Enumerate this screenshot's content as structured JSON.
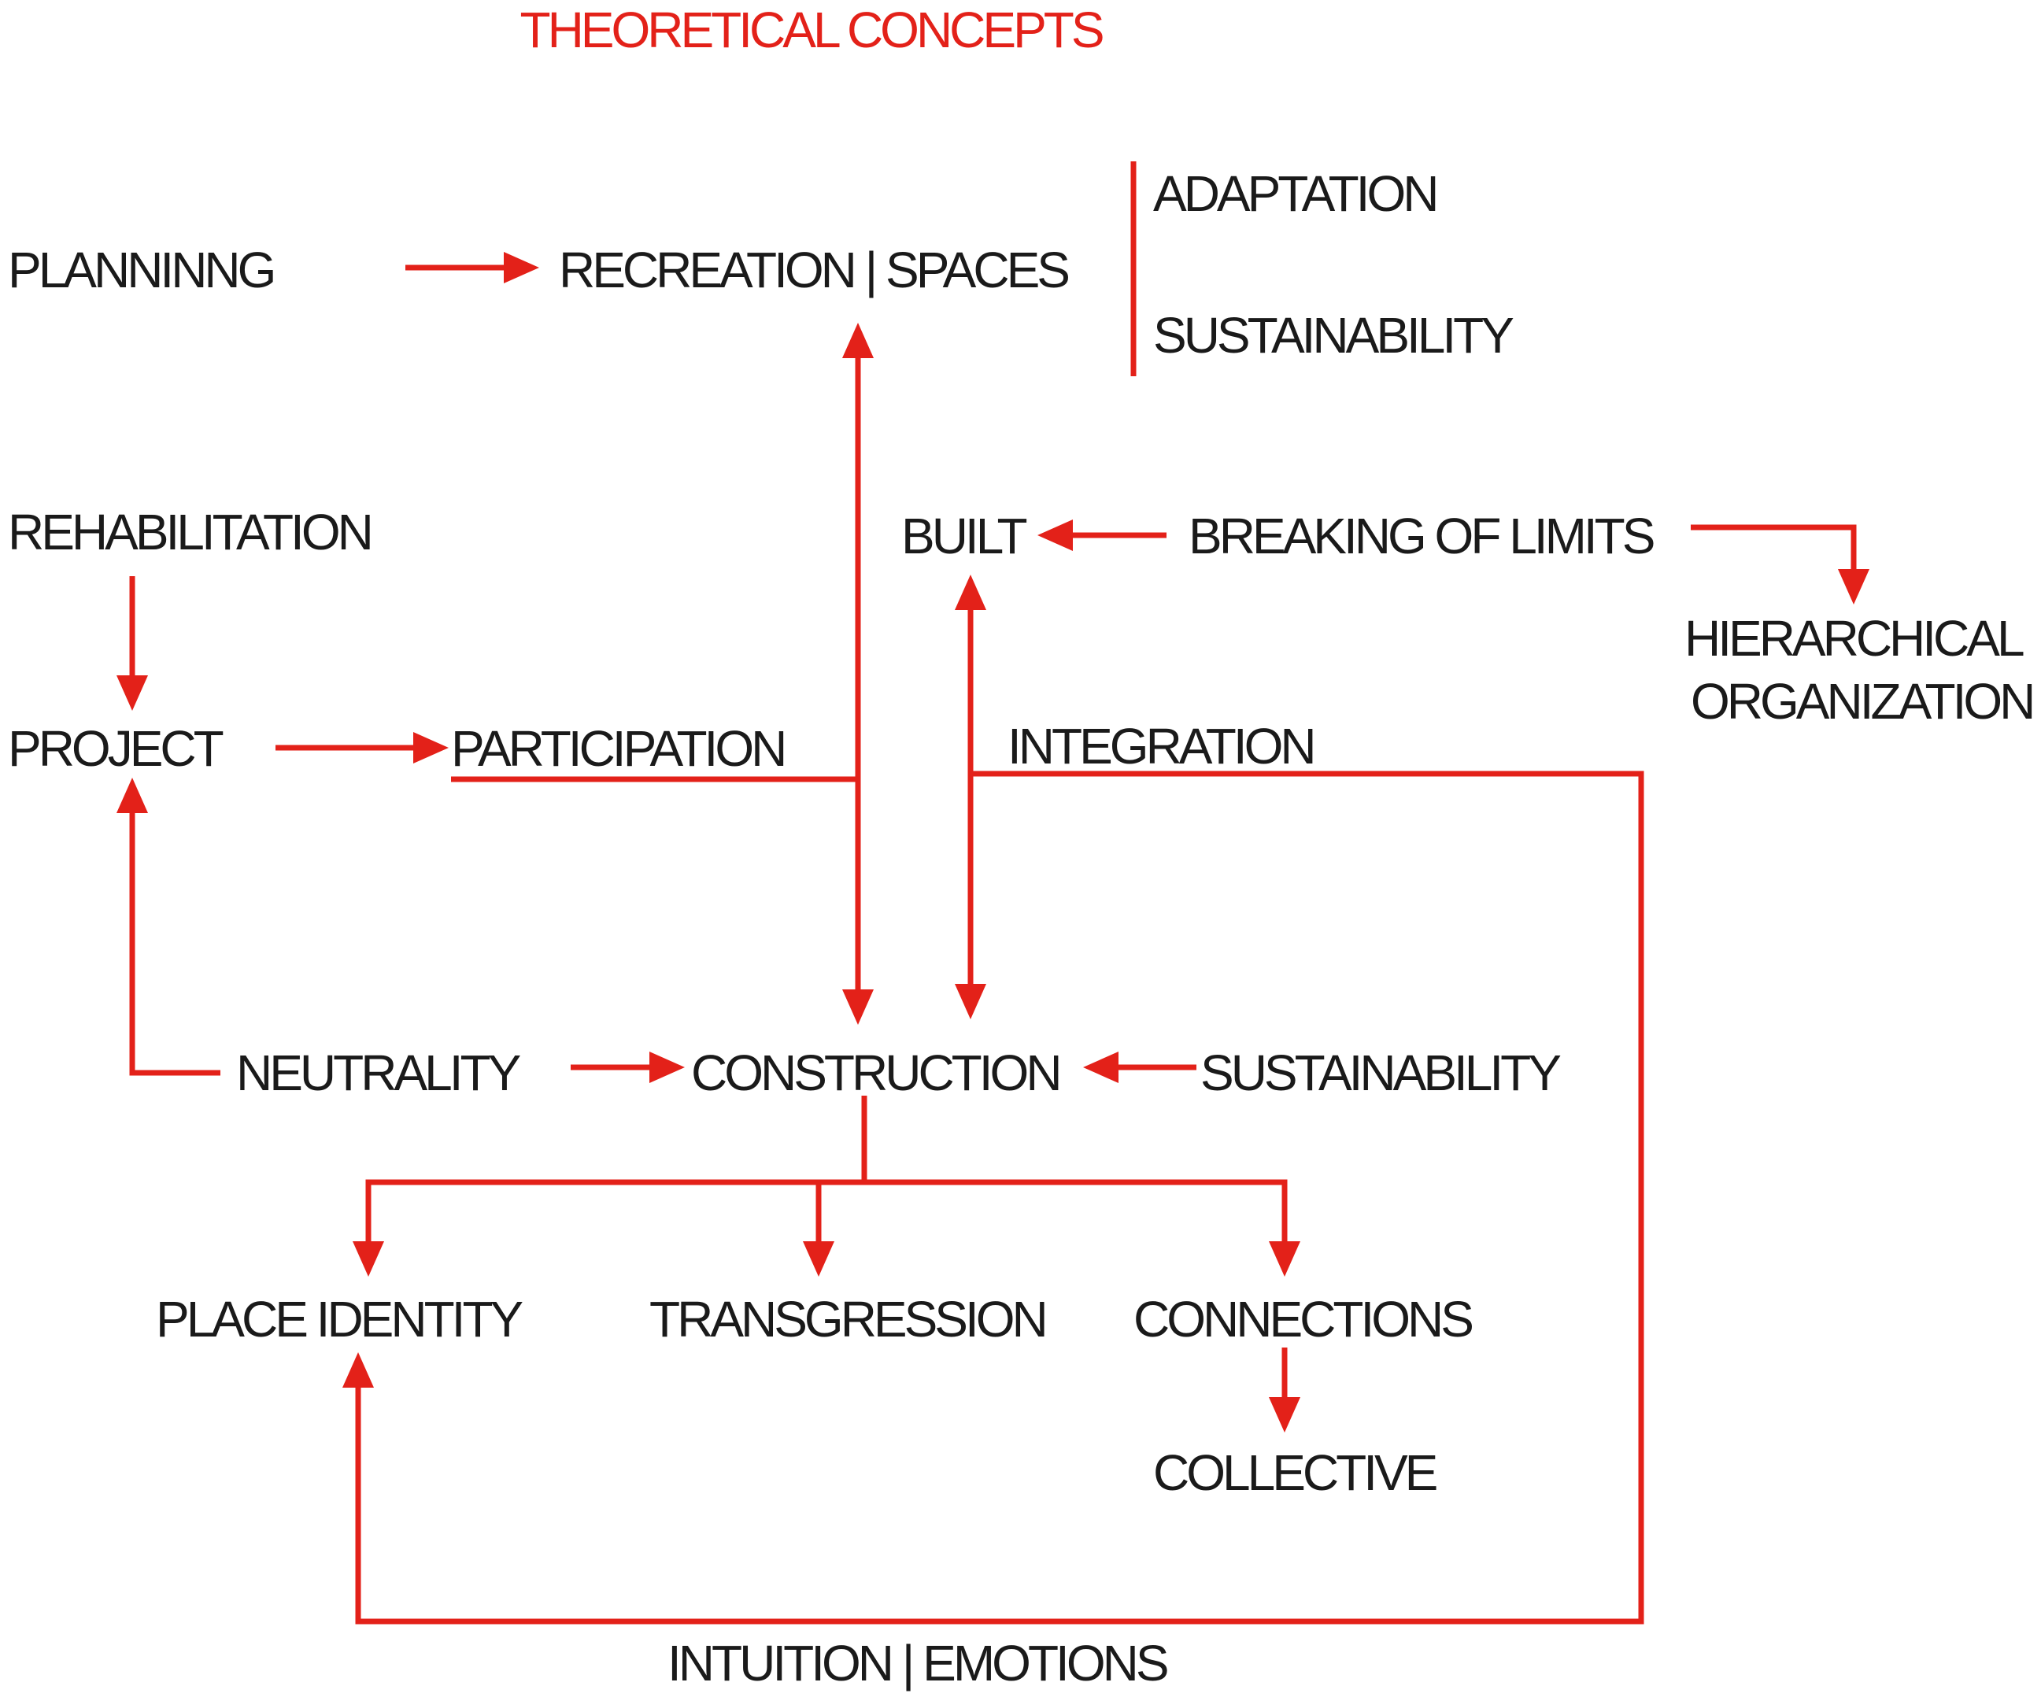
{
  "title": "THEORETICAL CONCEPTS",
  "accent_color": "#e32119",
  "text_color": "#1a1a1a",
  "nodes": {
    "planning": "PLANNINNG",
    "recreation_spaces": "RECREATION | SPACES",
    "adaptation": "ADAPTATION",
    "sustainability_top": "SUSTAINABILITY",
    "rehabilitation": "REHABILITATION",
    "built": "BUILT",
    "breaking_of_limits": "BREAKING OF LIMITS",
    "hierarchical": "HIERARCHICAL",
    "organization": "ORGANIZATION",
    "project": "PROJECT",
    "participation": "PARTICIPATION",
    "integration": "INTEGRATION",
    "neutrality": "NEUTRALITY",
    "construction": "CONSTRUCTION",
    "sustainability_mid": "SUSTAINABILITY",
    "place_identity": "PLACE IDENTITY",
    "transgression": "TRANSGRESSION",
    "connections": "CONNECTIONS",
    "collective": "COLLECTIVE",
    "intuition_emotions": "INTUITION | EMOTIONS"
  }
}
